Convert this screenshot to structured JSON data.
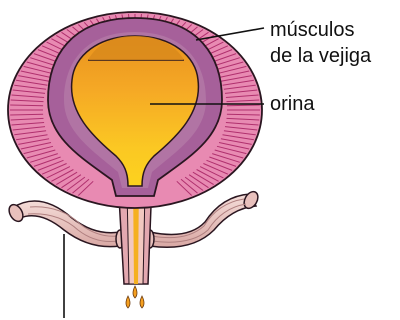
{
  "labels": {
    "muscles_line1": "músculos",
    "muscles_line2": "de la vejiga",
    "urine": "orina"
  },
  "colors": {
    "muscle_outer": "#e88ab2",
    "muscle_stripe": "#b0306e",
    "bladder_wall": "#a6609a",
    "wall_outline": "#5a2a4e",
    "urine_top": "#e8921e",
    "urine_mid": "#f5a825",
    "urine_bottom": "#fcd21e",
    "ureter": "#edc8c4",
    "ureter_stripe": "#b08080",
    "urethra_inner": "#f2c8c0",
    "drop": "#f5a020",
    "outline": "#2a1620"
  }
}
